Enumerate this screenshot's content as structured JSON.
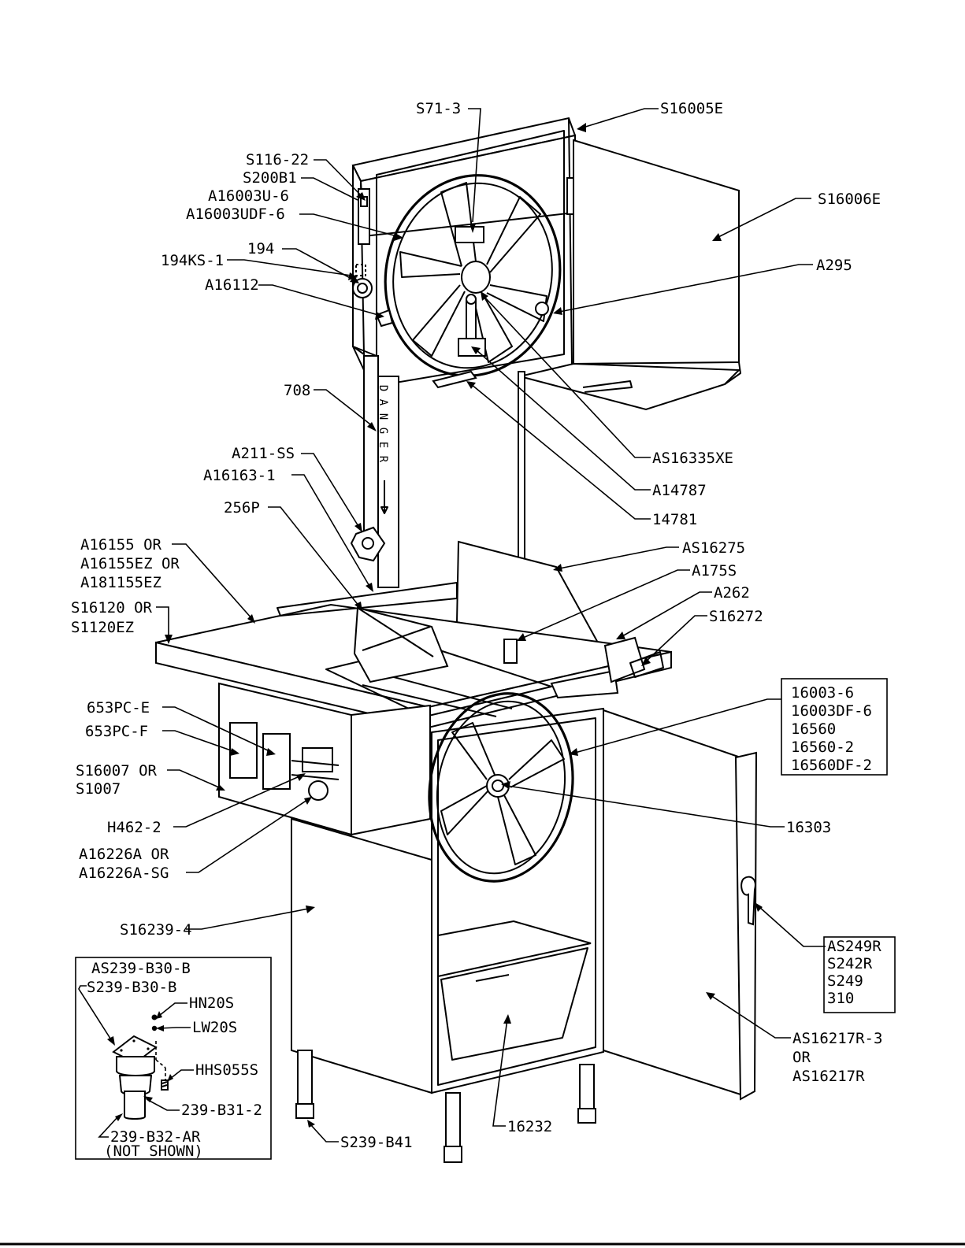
{
  "callouts": {
    "s71_3": "S71-3",
    "s16005e": "S16005E",
    "s116_22": "S116-22",
    "s200b1": "S200B1",
    "a16003u_6": "A16003U-6",
    "a16003udf_6": "A16003UDF-6",
    "s16006e": "S16006E",
    "p194": "194",
    "p194ks_1": "194KS-1",
    "a295": "A295",
    "a16112": "A16112",
    "p708": "708",
    "as16335xe": "AS16335XE",
    "a211_ss": "A211-SS",
    "a14787": "A14787",
    "a16163_1": "A16163-1",
    "p14781": "14781",
    "p256p": "256P",
    "as16275": "AS16275",
    "a16155_line1": "A16155 OR",
    "a16155_line2": "A16155EZ OR",
    "a16155_line3": "A181155EZ",
    "a175s": "A175S",
    "a262": "A262",
    "s16120_line1": "S16120 OR",
    "s16120_line2": "S1120EZ",
    "s16272": "S16272",
    "p653pc_e": "653PC-E",
    "p653pc_f": "653PC-F",
    "s16007_line1": "S16007 OR",
    "s16007_line2": "S1007",
    "h462_2": "H462-2",
    "p16303": "16303",
    "a16226a_line1": "A16226A OR",
    "a16226a_line2": "A16226A-SG",
    "s16239_4": "S16239-4",
    "as16217r_line1": "AS16217R-3",
    "as16217r_line2": "OR",
    "as16217r_line3": "AS16217R",
    "p16232": "16232",
    "s239_b41": "S239-B41"
  },
  "wheel_box": {
    "items": [
      "16003-6",
      "16003DF-6",
      "16560",
      "16560-2",
      "16560DF-2"
    ]
  },
  "handle_box": {
    "items": [
      "AS249R",
      "S242R",
      "S249",
      "310"
    ]
  },
  "danger_label": "DANGER",
  "inset": {
    "title": "AS239-B30-B",
    "s239_b30_b": "S239-B30-B",
    "hn20s": "HN20S",
    "lw20s": "LW20S",
    "hhs055s": "HHS055S",
    "b31_2": "239-B31-2",
    "b32_ar": "239-B32-AR",
    "not_shown": "(NOT SHOWN)"
  }
}
